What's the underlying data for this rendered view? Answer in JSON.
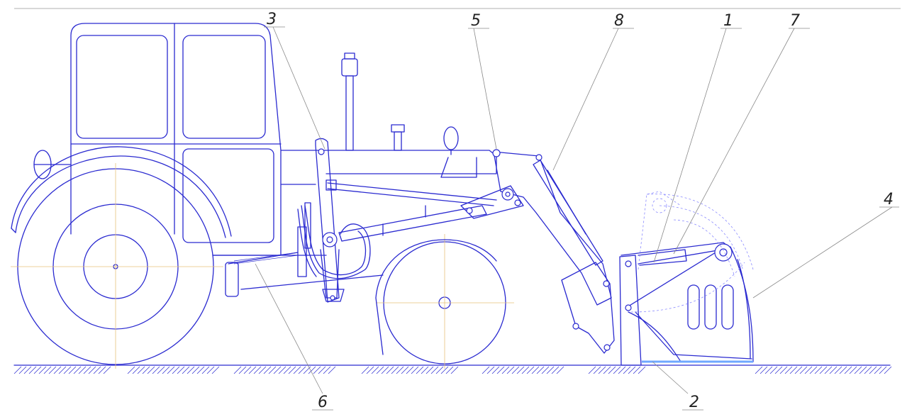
{
  "colors": {
    "line": "#2a2ad0",
    "label": "#222222",
    "leader": "#8a8a8a",
    "centerline": "#e6c27a"
  },
  "callouts": [
    {
      "id": "c3",
      "text": "3"
    },
    {
      "id": "c5",
      "text": "5"
    },
    {
      "id": "c8",
      "text": "8"
    },
    {
      "id": "c1",
      "text": "1"
    },
    {
      "id": "c7",
      "text": "7"
    },
    {
      "id": "c4",
      "text": "4"
    },
    {
      "id": "c6",
      "text": "6"
    },
    {
      "id": "c2",
      "text": "2"
    }
  ]
}
